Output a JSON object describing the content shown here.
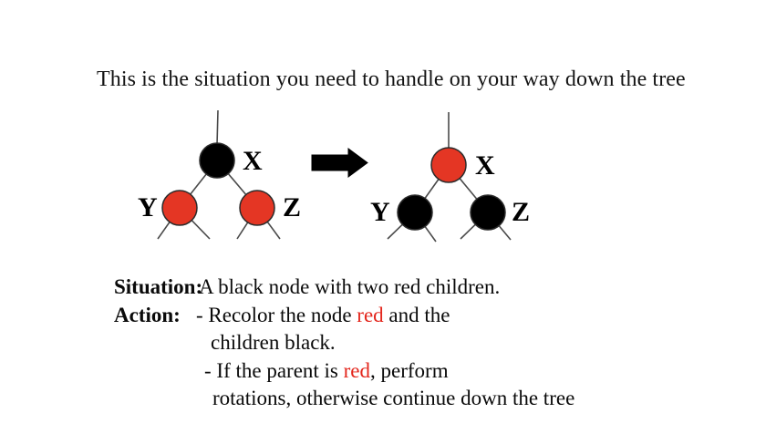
{
  "title": "This is the situation you need to handle on your way down the tree",
  "colors": {
    "node_red": "#e43624",
    "node_black": "#000000",
    "text_red": "#e3261c",
    "edge": "#4a4a4a"
  },
  "diagram": {
    "before": {
      "root": {
        "label": "X",
        "color": "black"
      },
      "left_child": {
        "label": "Y",
        "color": "red"
      },
      "right_child": {
        "label": "Z",
        "color": "red"
      }
    },
    "arrow": "right-arrow",
    "after": {
      "root": {
        "label": "X",
        "color": "red"
      },
      "left_child": {
        "label": "Y",
        "color": "black"
      },
      "right_child": {
        "label": "Z",
        "color": "black"
      }
    }
  },
  "caption": {
    "situation_label": "Situation:",
    "situation_text": "A black node with two red children.",
    "action_label": "Action:",
    "action_line1_pre": "- Recolor the node ",
    "action_line1_red": "red",
    "action_line1_post": " and the",
    "action_line2": "children black.",
    "action_line3_pre": "- If the parent is ",
    "action_line3_red": "red",
    "action_line3_post": ", perform",
    "action_line4": "rotations, otherwise continue down the tree"
  }
}
